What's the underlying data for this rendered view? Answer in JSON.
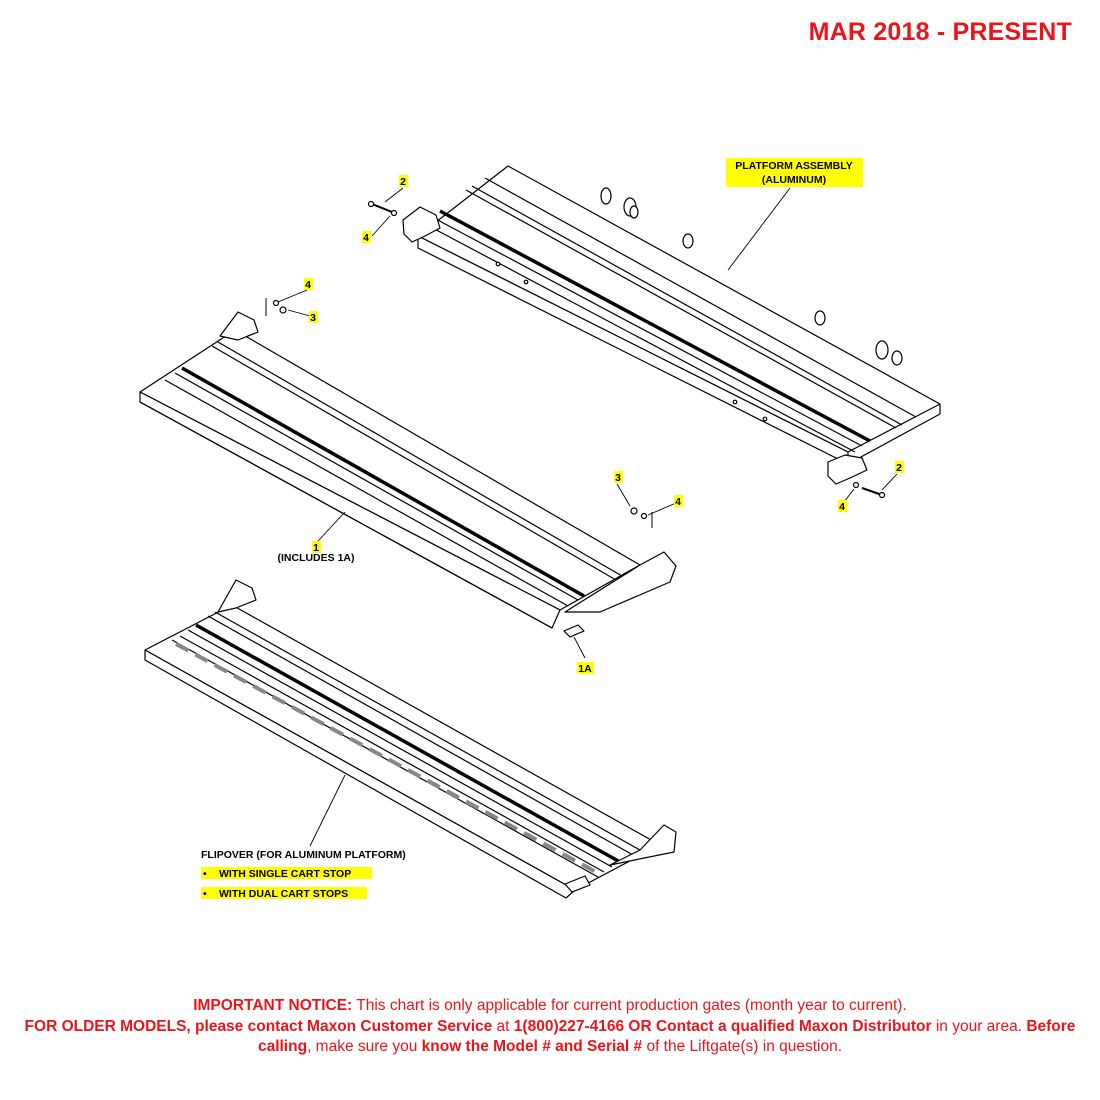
{
  "header": {
    "date_range": "MAR 2018 - PRESENT"
  },
  "callouts": {
    "platform_assembly_line1": "PLATFORM ASSEMBLY",
    "platform_assembly_line2": "(ALUMINUM)",
    "item_1": "1",
    "item_1_note": "(INCLUDES 1A)",
    "item_1a": "1A",
    "item_2": "2",
    "item_3": "3",
    "item_4": "4",
    "flipover_title": "FLIPOVER (FOR ALUMINUM PLATFORM)",
    "flipover_single_bullet": "•",
    "flipover_single": "WITH SINGLE CART STOP",
    "flipover_dual_bullet": "•",
    "flipover_dual": "WITH DUAL CART STOPS"
  },
  "notice": {
    "important_label": "IMPORTANT NOTICE:",
    "important_text": " This chart is only applicable for current production gates (month year to current).",
    "older_label": "FOR OLDER MODELS, please contact Maxon Customer Service",
    "older_mid": " at ",
    "phone": "1(800)227-4166 OR Contact a qualified Maxon Distributor",
    "area_text": " in your area. ",
    "before_label": "Before calling",
    "before_text": ", make sure you ",
    "know_label": "know the Model # and Serial #",
    "end_text": " of the Liftgate(s) in question."
  },
  "colors": {
    "accent_red": "#e8161b",
    "highlight_yellow": "#ffff00",
    "line": "#000000"
  }
}
